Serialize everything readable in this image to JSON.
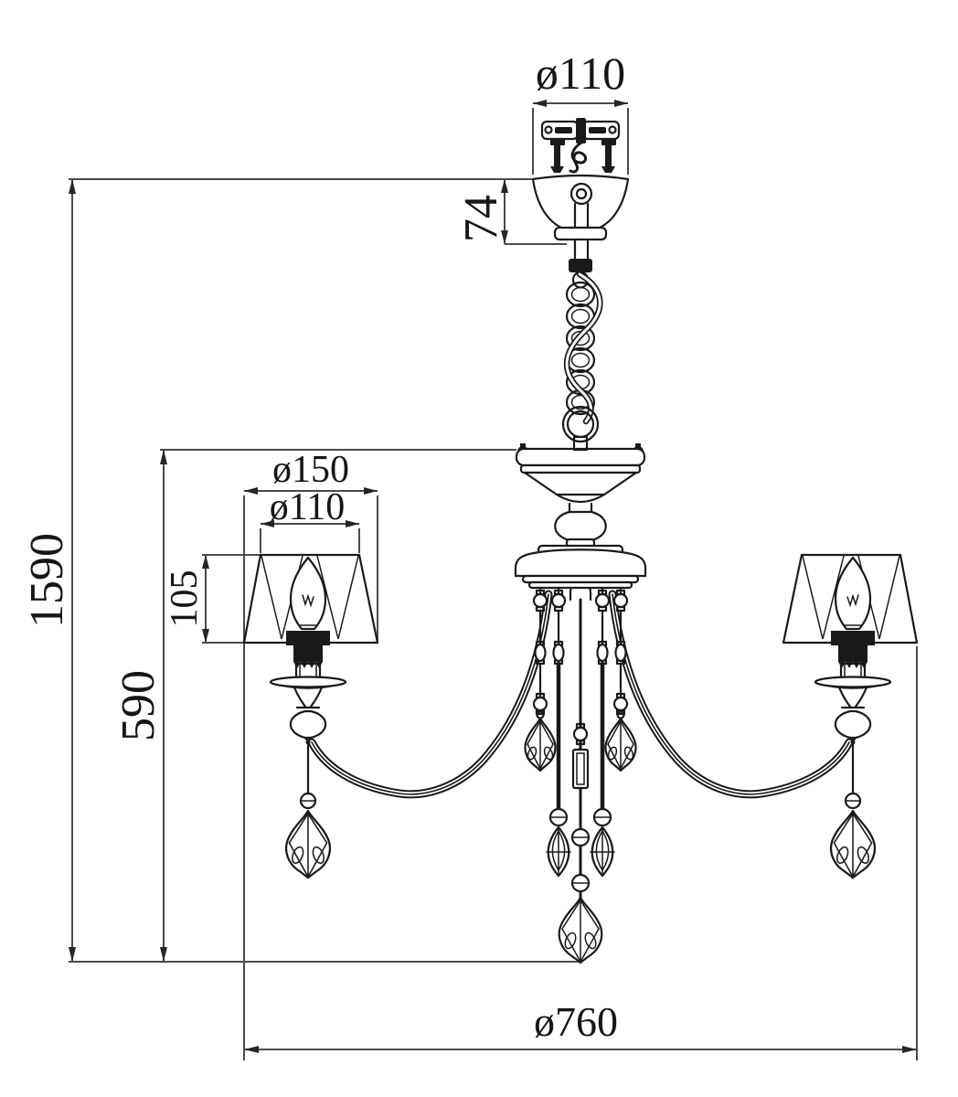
{
  "diagram": {
    "colors": {
      "background": "#ffffff",
      "drawing_line": "#1a1a1a",
      "dimension_line": "#4a4a4a"
    },
    "dimensions": {
      "ceiling_plate_diameter": "ø110",
      "canopy_height": "74",
      "overall_height": "1590",
      "body_height": "590",
      "shade_bottom_diameter": "ø150",
      "shade_top_diameter": "ø110",
      "shade_height": "105",
      "overall_diameter": "ø760"
    }
  }
}
